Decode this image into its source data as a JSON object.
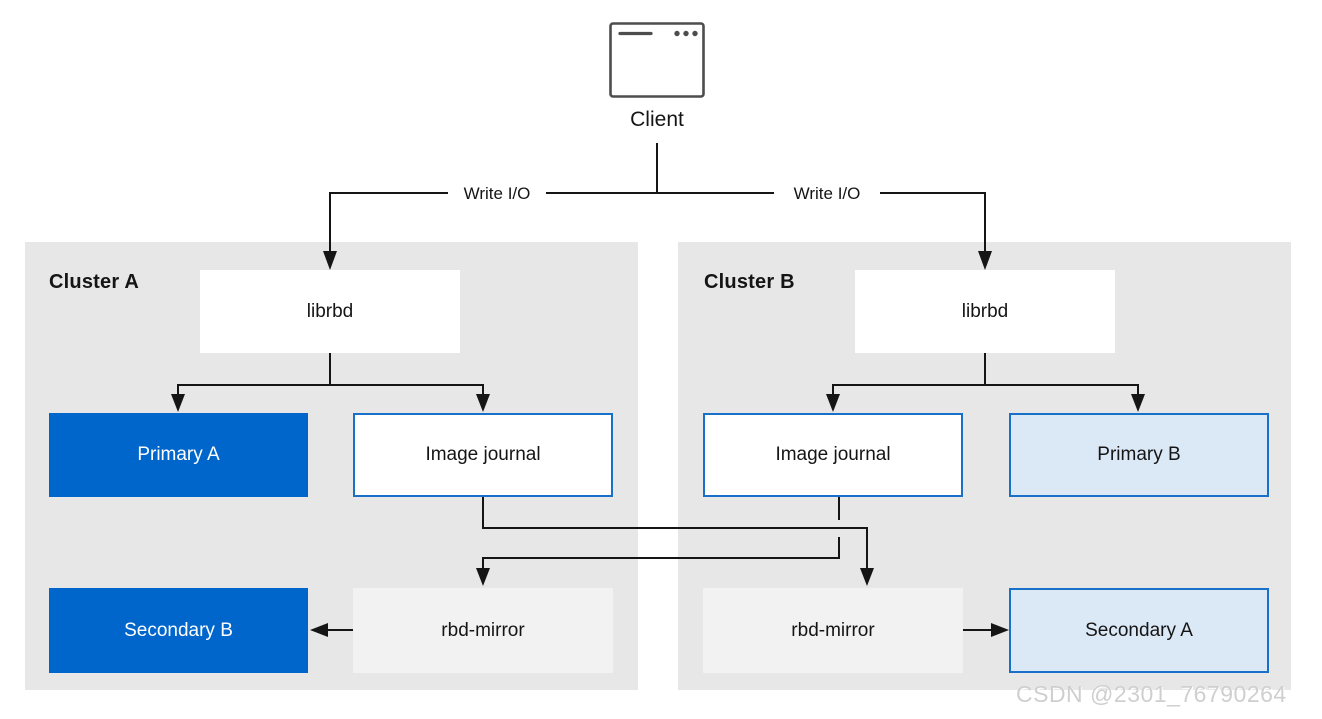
{
  "client": {
    "label": "Client",
    "icon": "browser-window-icon"
  },
  "edges": {
    "write_io_left": {
      "label": "Write I/O"
    },
    "write_io_right": {
      "label": "Write I/O"
    }
  },
  "cluster_a": {
    "label": "Cluster A",
    "librbd": "librbd",
    "primary": "Primary A",
    "image_journal": "Image journal",
    "secondary": "Secondary B",
    "rbd_mirror": "rbd-mirror"
  },
  "cluster_b": {
    "label": "Cluster B",
    "librbd": "librbd",
    "primary": "Primary B",
    "image_journal": "Image journal",
    "secondary": "Secondary A",
    "rbd_mirror": "rbd-mirror"
  },
  "watermark": {
    "text": "CSDN @2301_76790264"
  },
  "colors": {
    "solid_blue": "#0066cc",
    "light_blue_fill": "#dbe8f6",
    "blue_border": "#1870c9",
    "cluster_background": "#e7e7e7",
    "mirror_background": "#f2f2f2",
    "line": "#151515",
    "watermark_text": "#cfcfcf"
  }
}
